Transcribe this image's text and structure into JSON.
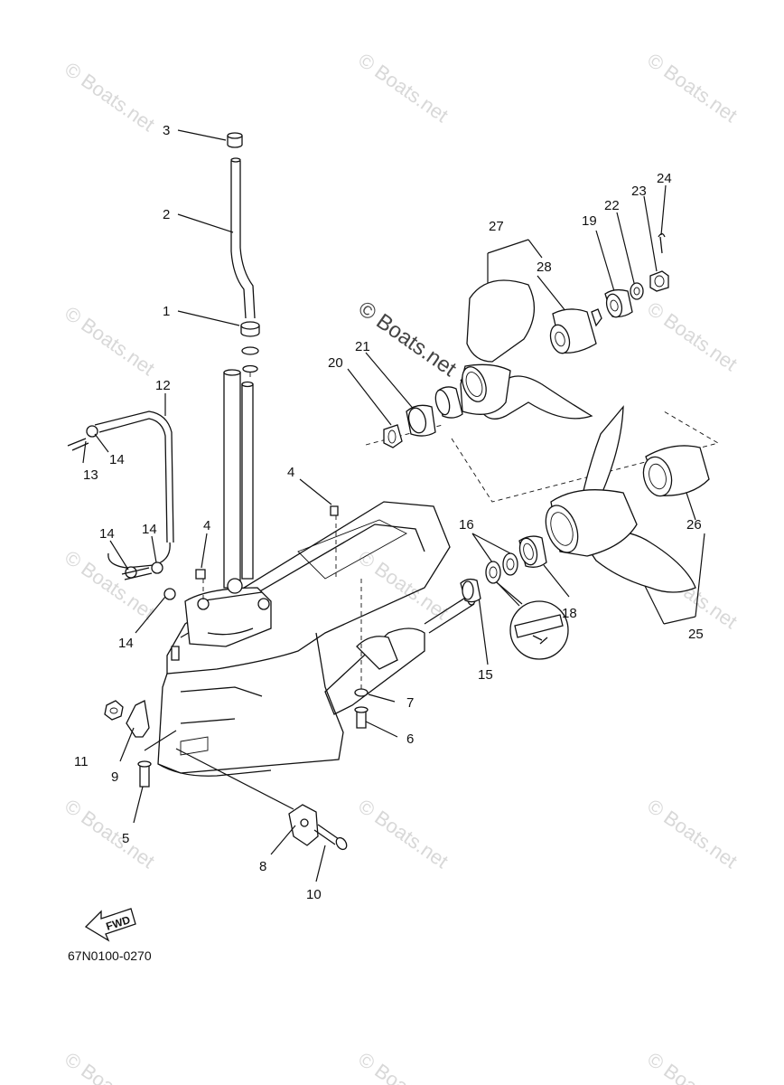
{
  "watermark": "© Boats.net",
  "diagram_code": "67N0100-0270",
  "fwd_label": "FWD",
  "callouts": {
    "c1": "1",
    "c2": "2",
    "c3": "3",
    "c4a": "4",
    "c4b": "4",
    "c5": "5",
    "c6": "6",
    "c7": "7",
    "c8": "8",
    "c9": "9",
    "c10": "10",
    "c11": "11",
    "c12": "12",
    "c13": "13",
    "c14a": "14",
    "c14b": "14",
    "c14c": "14",
    "c14d": "14",
    "c15": "15",
    "c16": "16",
    "c18": "18",
    "c19": "19",
    "c20": "20",
    "c21": "21",
    "c22": "22",
    "c23": "23",
    "c24": "24",
    "c25": "25",
    "c26": "26",
    "c27": "27",
    "c28": "28"
  }
}
